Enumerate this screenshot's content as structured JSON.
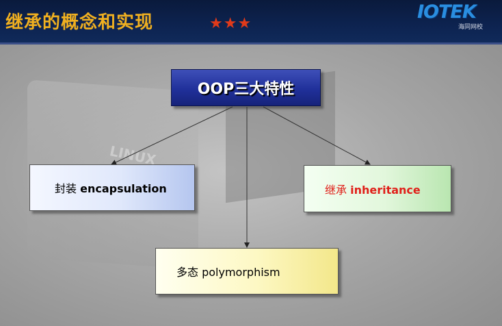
{
  "header": {
    "title": "继承的概念和实现",
    "stars": "★★★",
    "logo_text": "IOTEK",
    "logo_subtext": "海同网校"
  },
  "background": {
    "linux_text": "LINUX"
  },
  "diagram": {
    "root": {
      "label": "OOP三大特性"
    },
    "nodes": {
      "encapsulation": {
        "cn": "封装",
        "en": "encapsulation"
      },
      "inheritance": {
        "cn": "继承",
        "en": "inheritance"
      },
      "polymorphism": {
        "cn": "多态",
        "en": "polymorphism"
      }
    }
  },
  "colors": {
    "header_bg": "#0d2350",
    "title": "#f0b020",
    "stars": "#e03a1a",
    "root_bg": "#20309a",
    "inheritance_text": "#e0201a",
    "encapsulation_bg": "#e0e8fb",
    "inheritance_bg": "#e2f7dc",
    "polymorphism_bg": "#fdf8c4"
  }
}
